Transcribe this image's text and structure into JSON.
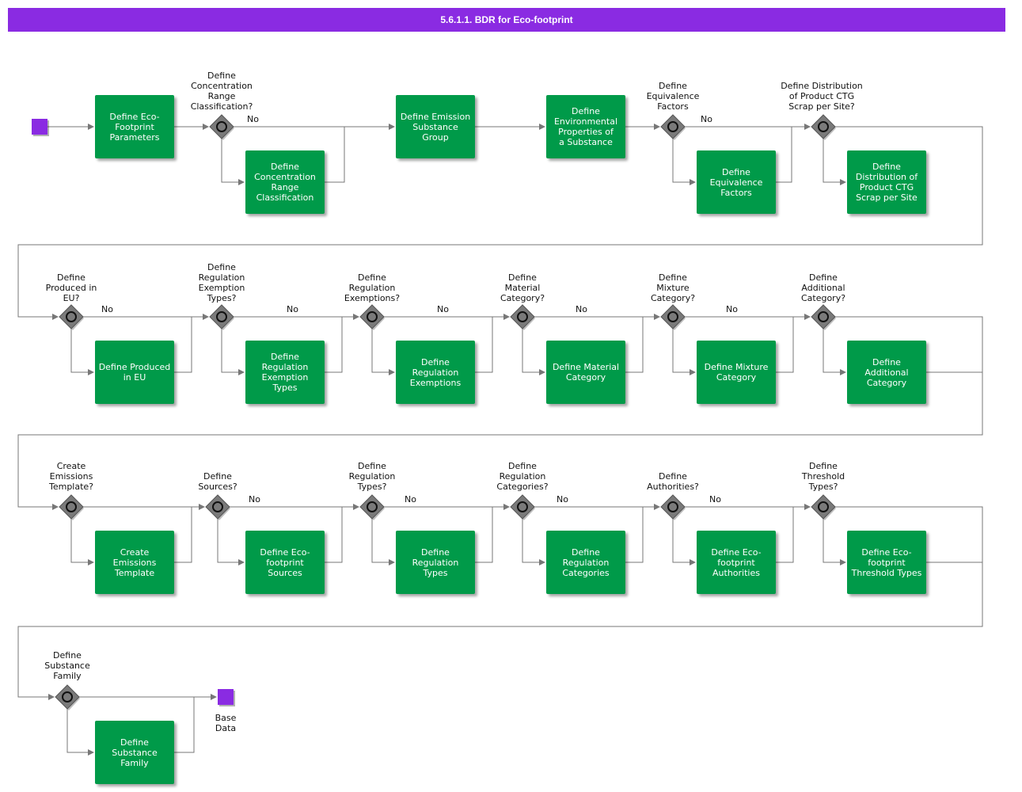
{
  "title": "5.6.1.1. BDR for Eco-footprint",
  "colors": {
    "title_bg": "#8a2be2",
    "event": "#8a2be2",
    "task": "#009a49",
    "gateway": "#7a7a7a",
    "connector": "#777777"
  },
  "no_label": "No",
  "end_event_label": "Base\nData",
  "rows": [
    {
      "gateways": [
        {
          "label": "Define\nConcentration\nRange\nClassification?",
          "task": "Define\nConcentration\nRange\nClassification"
        },
        {
          "label": "Define\nEquivalence\nFactors",
          "task": "Define\nEquivalence\nFactors"
        },
        {
          "label": "Define Distribution\nof Product CTG\nScrap per Site?",
          "task": "Define\nDistribution of\nProduct CTG\nScrap per Site"
        }
      ],
      "main_tasks": [
        "Define Eco-\nFootprint\nParameters",
        "Define Emission\nSubstance\nGroup",
        "Define\nEnvironmental\nProperties of\na Substance"
      ]
    },
    {
      "gateways": [
        {
          "label": "Define\nProduced in\nEU?",
          "task": "Define Produced\nin EU"
        },
        {
          "label": "Define\nRegulation\nExemption\nTypes?",
          "task": "Define\nRegulation\nExemption\nTypes"
        },
        {
          "label": "Define\nRegulation\nExemptions?",
          "task": "Define\nRegulation\nExemptions"
        },
        {
          "label": "Define\nMaterial\nCategory?",
          "task": "Define Material\nCategory"
        },
        {
          "label": "Define\nMixture\nCategory?",
          "task": "Define Mixture\nCategory"
        },
        {
          "label": "Define\nAdditional\nCategory?",
          "task": "Define\nAdditional\nCategory"
        }
      ]
    },
    {
      "gateways": [
        {
          "label": "Create\nEmissions\nTemplate?",
          "task": "Create\nEmissions\nTemplate"
        },
        {
          "label": "Define\nSources?",
          "task": "Define Eco-\nfootprint\nSources"
        },
        {
          "label": "Define\nRegulation\nTypes?",
          "task": "Define\nRegulation\nTypes"
        },
        {
          "label": "Define\nRegulation\nCategories?",
          "task": "Define\nRegulation\nCategories"
        },
        {
          "label": "Define\nAuthorities?",
          "task": "Define Eco-\nfootprint\nAuthorities"
        },
        {
          "label": "Define\nThreshold\nTypes?",
          "task": "Define Eco-\nfootprint\nThreshold Types"
        }
      ]
    },
    {
      "gateways": [
        {
          "label": "Define\nSubstance\nFamily",
          "task": "Define\nSubstance\nFamily"
        }
      ]
    }
  ]
}
